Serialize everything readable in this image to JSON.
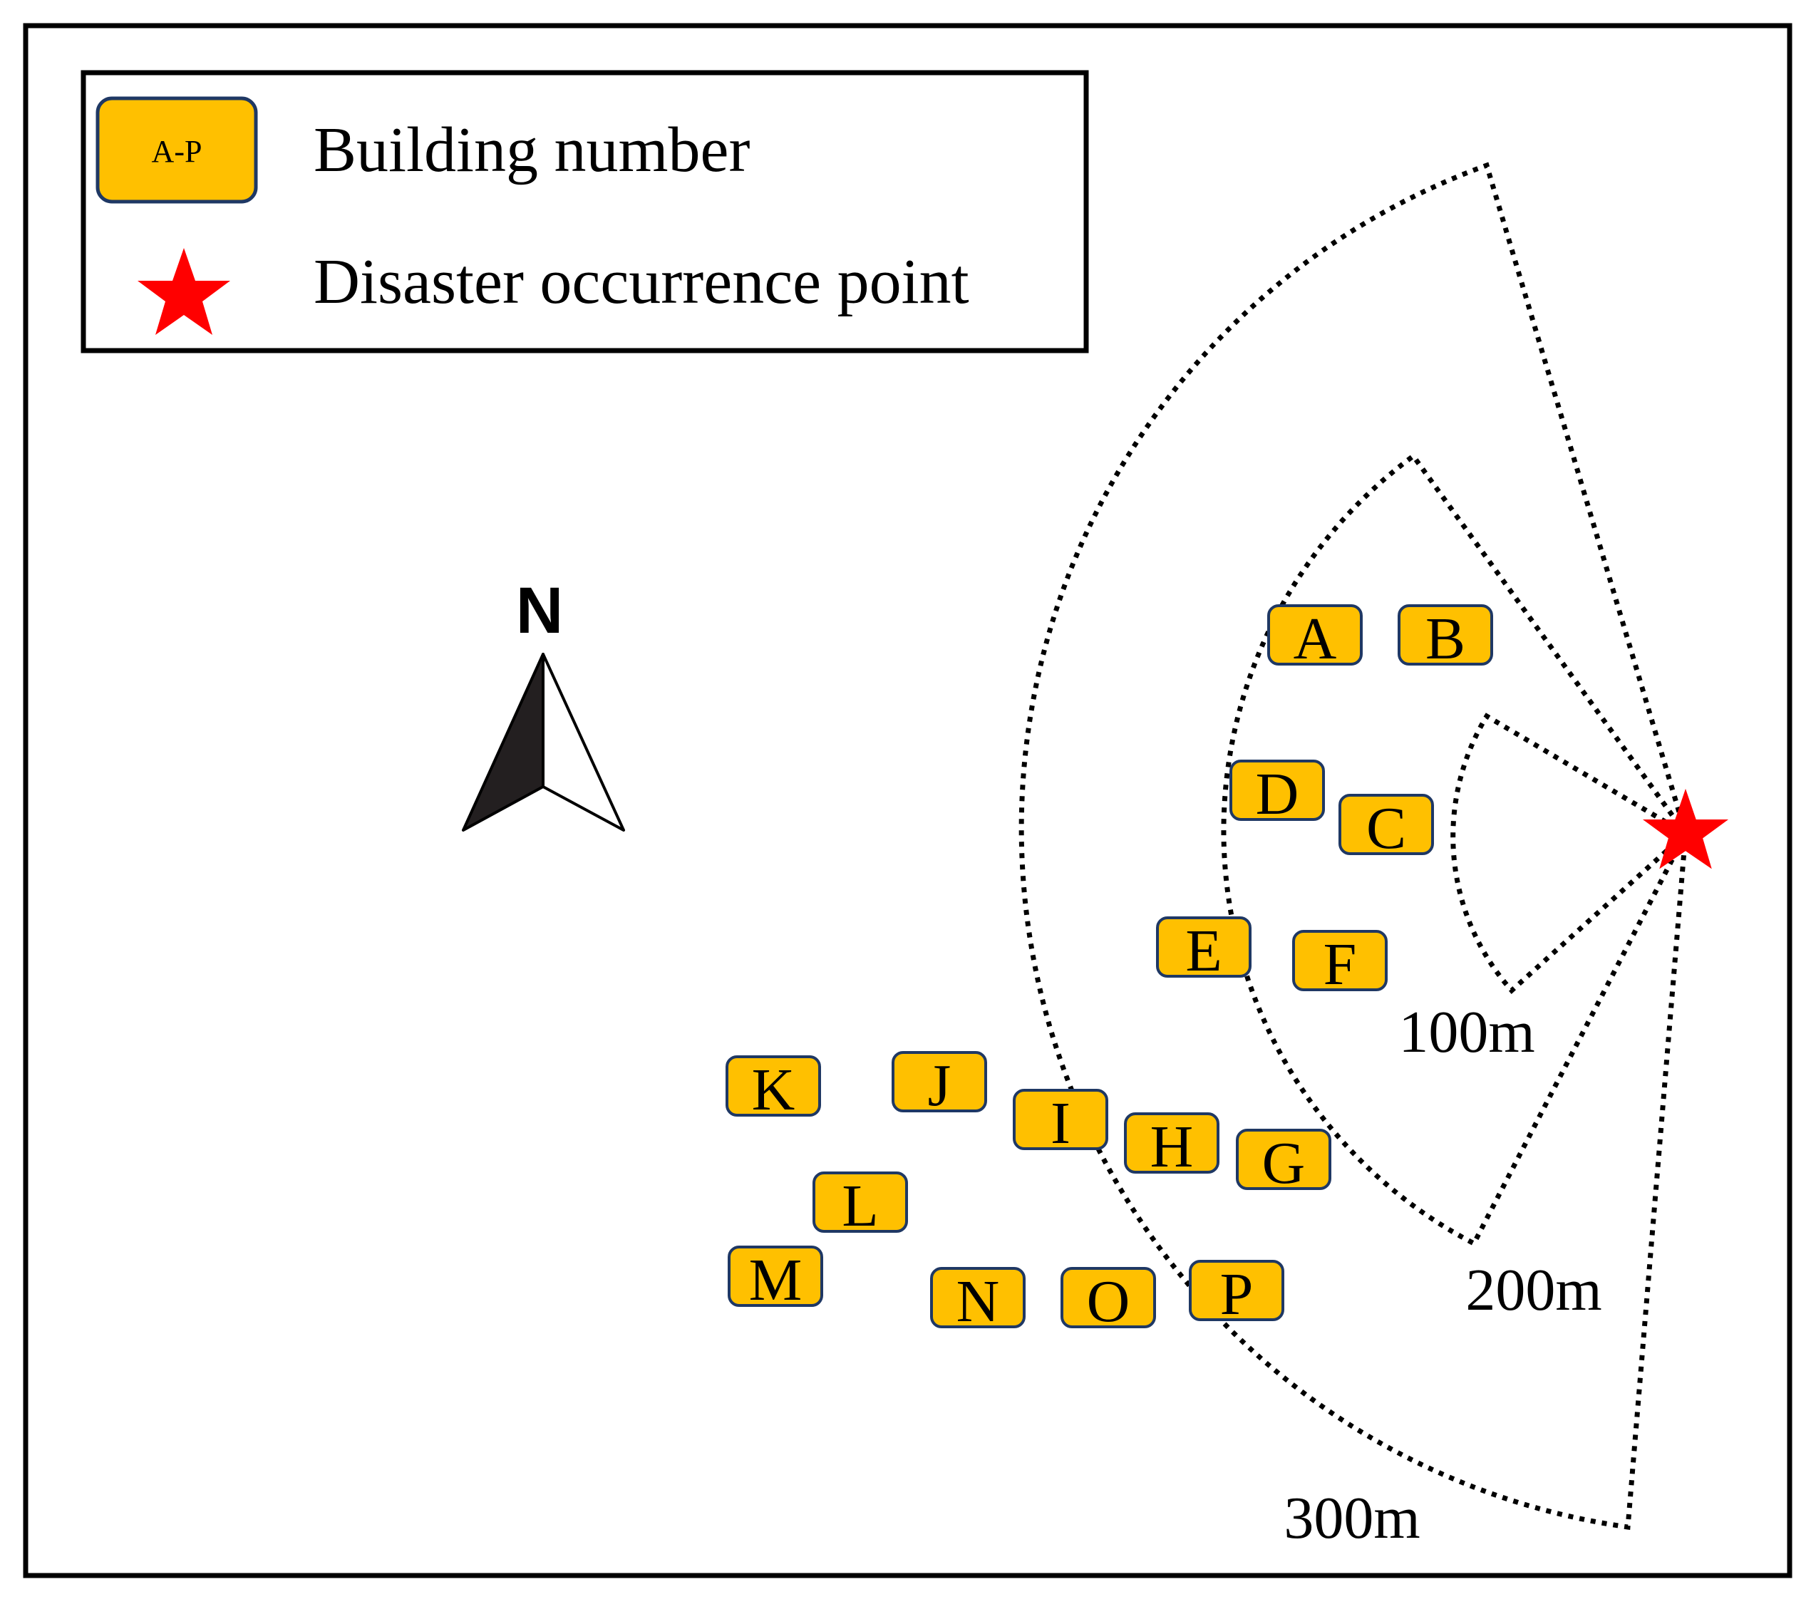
{
  "legend": {
    "items": [
      {
        "swatch_text": "A-P",
        "label": "Building number",
        "swatch": "rounded-rect",
        "color": "#FFC000"
      },
      {
        "label": "Disaster occurrence point",
        "swatch": "star-icon",
        "color": "#FF0000"
      }
    ]
  },
  "north_arrow": {
    "label": "N"
  },
  "zones": [
    {
      "label": "100m",
      "style": "dotted-sector"
    },
    {
      "label": "200m",
      "style": "dotted-sector"
    },
    {
      "label": "300m",
      "style": "dotted-sector"
    }
  ],
  "buildings": [
    {
      "id": "A"
    },
    {
      "id": "B"
    },
    {
      "id": "C"
    },
    {
      "id": "D"
    },
    {
      "id": "E"
    },
    {
      "id": "F"
    },
    {
      "id": "G"
    },
    {
      "id": "H"
    },
    {
      "id": "I"
    },
    {
      "id": "J"
    },
    {
      "id": "K"
    },
    {
      "id": "L"
    },
    {
      "id": "M"
    },
    {
      "id": "N"
    },
    {
      "id": "O"
    },
    {
      "id": "P"
    }
  ],
  "colors": {
    "building_fill": "#FFC000",
    "building_border": "#1F3864",
    "star": "#FF0000",
    "frame": "#000000"
  }
}
